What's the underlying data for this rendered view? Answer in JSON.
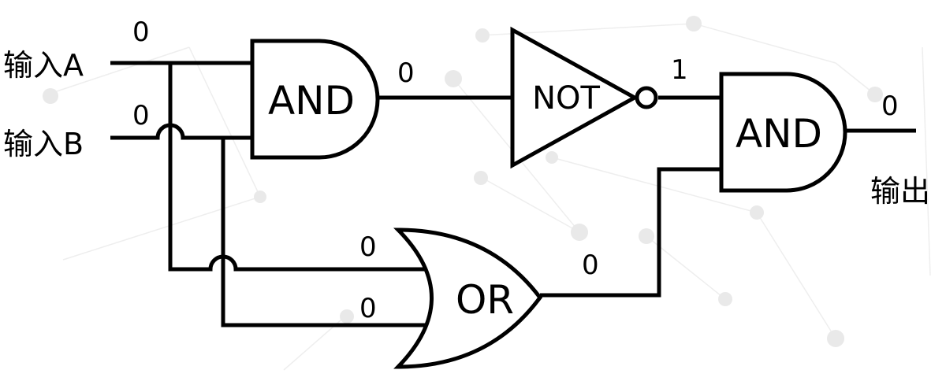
{
  "inputs": {
    "a_label": "输入A",
    "b_label": "输入B"
  },
  "output": {
    "label": "输出"
  },
  "gates": {
    "and1": "AND",
    "not1": "NOT",
    "and2": "AND",
    "or1": "OR"
  },
  "values": {
    "input_a": "0",
    "input_b": "0",
    "and1_out": "0",
    "not_out": "1",
    "or_in_a": "0",
    "or_in_b": "0",
    "or_out": "0",
    "final_out": "0"
  }
}
